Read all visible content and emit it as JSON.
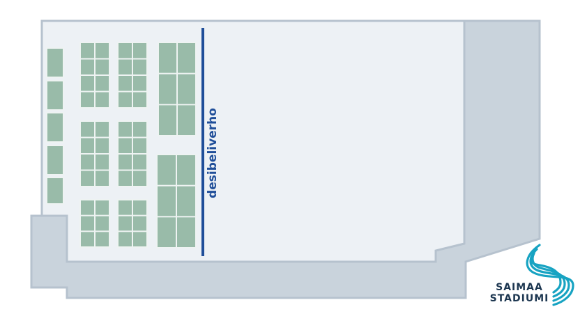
{
  "floorplan": {
    "curtain_label": "desibeliverho"
  },
  "logo": {
    "line1": "SAIMAA",
    "line2": "STADIUMI"
  },
  "colors": {
    "floor": "#edf1f5",
    "outline": "#b6c2ce",
    "side_area": "#c9d3dc",
    "seat_fill": "#99bba9",
    "seat_gap": "#eef3f2",
    "curtain": "#1f4e99",
    "logo_teal": "#17a3c2",
    "logo_text": "#1c3650"
  }
}
